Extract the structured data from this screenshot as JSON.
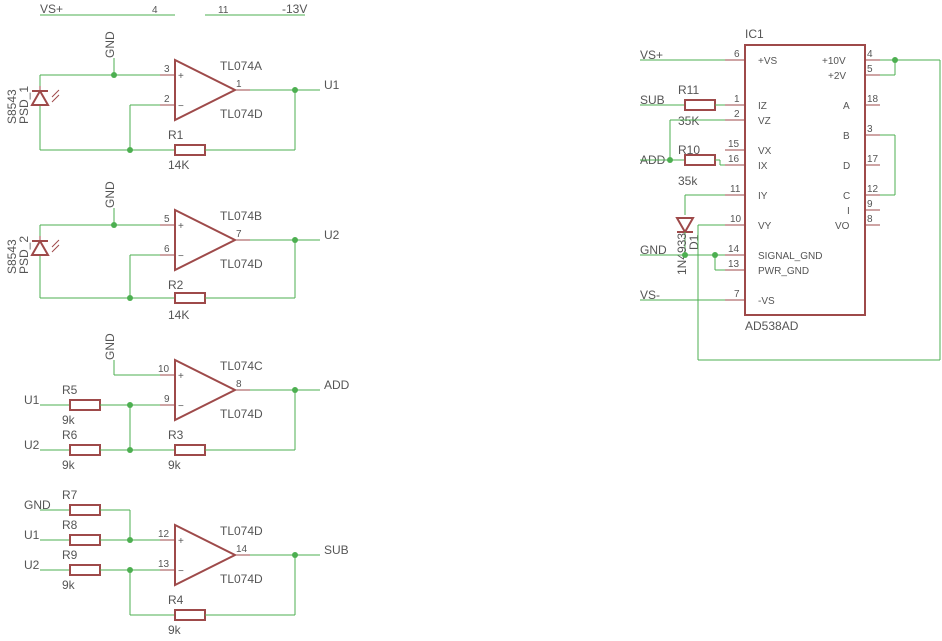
{
  "top_rail": {
    "vs_plus": "VS+",
    "pin4": "4",
    "pin11": "11",
    "minus13": "-13V"
  },
  "opamps": [
    {
      "name": "TL074A",
      "bottom": "TL074D",
      "plus_pin": "3",
      "minus_pin": "2",
      "out_pin": "1"
    },
    {
      "name": "TL074B",
      "bottom": "TL074D",
      "plus_pin": "5",
      "minus_pin": "6",
      "out_pin": "7"
    },
    {
      "name": "TL074C",
      "bottom": "TL074D",
      "plus_pin": "10",
      "minus_pin": "9",
      "out_pin": "8"
    },
    {
      "name": "TL074D",
      "bottom": "TL074D",
      "plus_pin": "12",
      "minus_pin": "13",
      "out_pin": "14"
    }
  ],
  "sensors": [
    {
      "part": "S8543",
      "ref": "PSD_1"
    },
    {
      "part": "S8543",
      "ref": "PSD_2"
    }
  ],
  "gnd": "GND",
  "resistors": {
    "R1": {
      "name": "R1",
      "value": "14K"
    },
    "R2": {
      "name": "R2",
      "value": "14K"
    },
    "R3": {
      "name": "R3",
      "value": "9k"
    },
    "R4": {
      "name": "R4",
      "value": "9k"
    },
    "R5": {
      "name": "R5",
      "value": "9k"
    },
    "R6": {
      "name": "R6",
      "value": "9k"
    },
    "R7": {
      "name": "R7",
      "value": ""
    },
    "R8": {
      "name": "R8",
      "value": ""
    },
    "R9": {
      "name": "R9",
      "value": "9k"
    },
    "R10": {
      "name": "R10",
      "value": "35k"
    },
    "R11": {
      "name": "R11",
      "value": "35K"
    }
  },
  "nets": {
    "u1": "U1",
    "u2": "U2",
    "add": "ADD",
    "sub": "SUB",
    "vs_plus": "VS+",
    "vs_minus": "VS-",
    "gnd": "GND"
  },
  "ic": {
    "name": "IC1",
    "part": "AD538AD",
    "left_pins": [
      {
        "label": "+VS",
        "num": "6"
      },
      {
        "label": "IZ",
        "num": "1"
      },
      {
        "label": "VZ",
        "num": "2"
      },
      {
        "label": "VX",
        "num": "15"
      },
      {
        "label": "IX",
        "num": "16"
      },
      {
        "label": "IY",
        "num": "11"
      },
      {
        "label": "VY",
        "num": "10"
      },
      {
        "label": "SIGNAL_GND",
        "num": "14"
      },
      {
        "label": "PWR_GND",
        "num": "13"
      },
      {
        "label": "-VS",
        "num": "7"
      }
    ],
    "right_pins": [
      {
        "label": "+10V",
        "num": "4"
      },
      {
        "label": "+2V",
        "num": "5"
      },
      {
        "label": "A",
        "num": "18"
      },
      {
        "label": "B",
        "num": "3"
      },
      {
        "label": "D",
        "num": "17"
      },
      {
        "label": "C",
        "num": "12"
      },
      {
        "label": "I",
        "num": "9"
      },
      {
        "label": "VO",
        "num": "8"
      }
    ]
  },
  "diode": {
    "ref": "D1",
    "part": "1N4933"
  }
}
